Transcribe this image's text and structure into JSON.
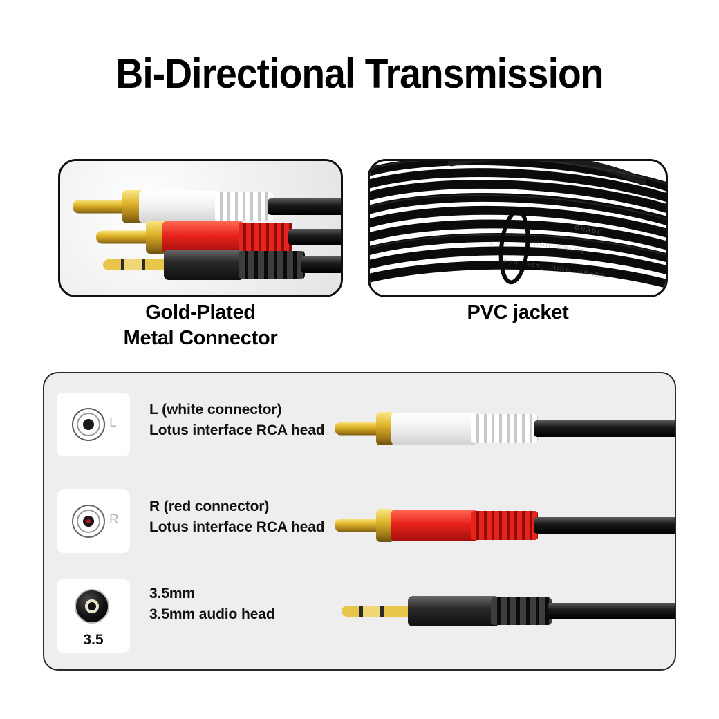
{
  "header": {
    "title": "Bi-Directional Transmission"
  },
  "features": [
    {
      "id": "gold-plated-metal-connector",
      "caption_line1": "Gold-Plated",
      "caption_line2": "Metal Connector",
      "photo": "rca-and-3.5mm-gold-plated-plugs"
    },
    {
      "id": "pvc-jacket",
      "caption_line1": "PVC jacket",
      "caption_line2": "",
      "photo": "coiled-black-pvc-cable"
    }
  ],
  "spec_panel": {
    "rows": [
      {
        "icon_name": "rca-jack-white-icon",
        "icon_letter": "L",
        "icon_caption": "",
        "title": "L (white connector)",
        "subtitle": "Lotus interface RCA head",
        "connector_color": "#ffffff"
      },
      {
        "icon_name": "rca-jack-red-icon",
        "icon_letter": "R",
        "icon_caption": "",
        "title": "R (red connector)",
        "subtitle": "Lotus interface RCA head",
        "connector_color": "#e8231c"
      },
      {
        "icon_name": "audio-jack-3.5mm-icon",
        "icon_letter": "",
        "icon_caption": "3.5",
        "title": "3.5mm",
        "subtitle": "3.5mm audio head",
        "connector_color": "#1a1a1a"
      }
    ]
  },
  "colors": {
    "background": "#ffffff",
    "panel_fill": "#eeeeee",
    "panel_border": "#2a2a2a",
    "gold": "#e0b62c",
    "red": "#e8231c",
    "black": "#111111"
  }
}
